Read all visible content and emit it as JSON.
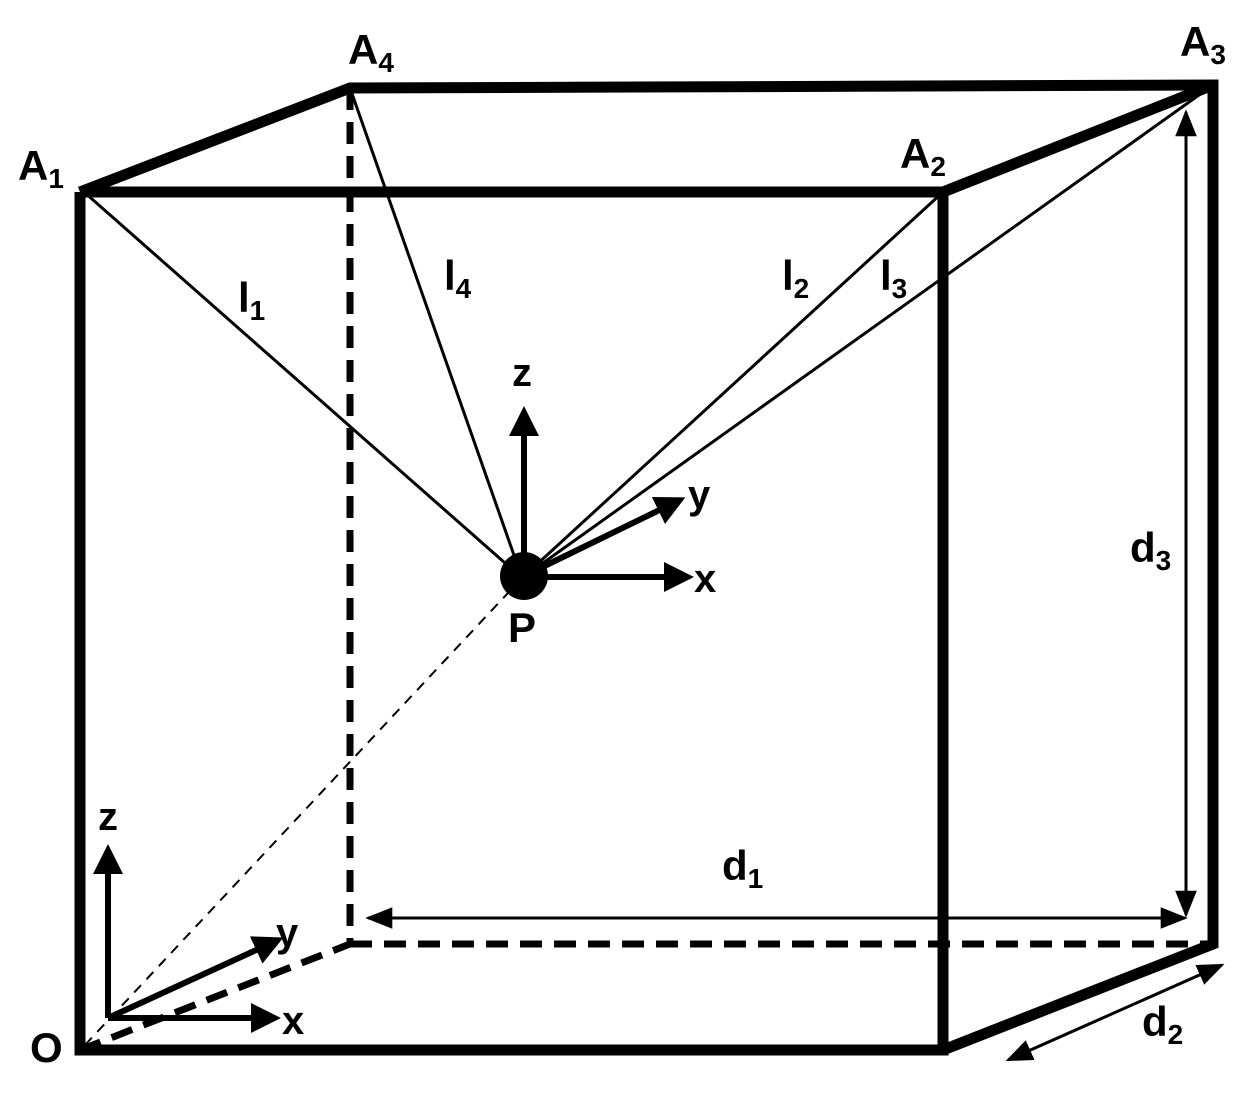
{
  "diagram": {
    "vertices": {
      "A1": {
        "base": "A",
        "sub": "1"
      },
      "A2": {
        "base": "A",
        "sub": "2"
      },
      "A3": {
        "base": "A",
        "sub": "3"
      },
      "A4": {
        "base": "A",
        "sub": "4"
      },
      "P": "P",
      "O": "O"
    },
    "cables": {
      "l1": {
        "base": "l",
        "sub": "1"
      },
      "l2": {
        "base": "l",
        "sub": "2"
      },
      "l3": {
        "base": "l",
        "sub": "3"
      },
      "l4": {
        "base": "l",
        "sub": "4"
      }
    },
    "dimensions": {
      "d1": {
        "base": "d",
        "sub": "1"
      },
      "d2": {
        "base": "d",
        "sub": "2"
      },
      "d3": {
        "base": "d",
        "sub": "3"
      }
    },
    "axes": {
      "x": "x",
      "y": "y",
      "z": "z"
    }
  }
}
